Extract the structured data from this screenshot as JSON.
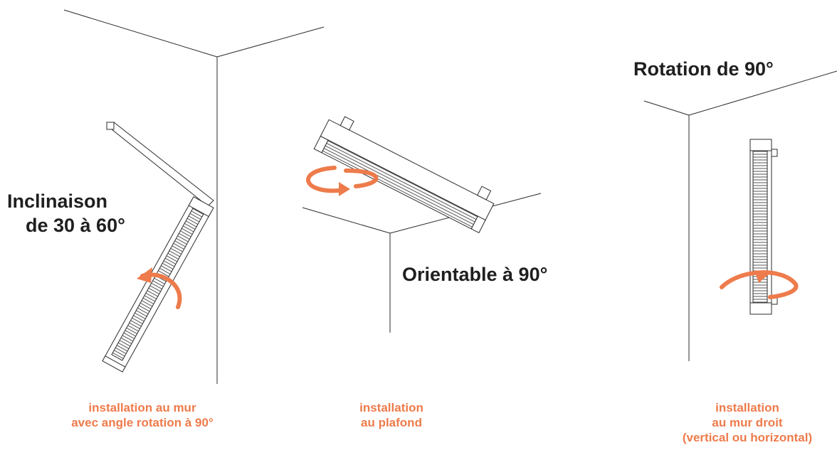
{
  "colors": {
    "accent": "#ee7b4b",
    "line": "#2b2b2b",
    "text": "#1f1f1f"
  },
  "icons": [
    "rotation-arrow-icon"
  ],
  "panels": [
    {
      "heading": [
        "Inclinaison",
        "de 30 à 60°"
      ],
      "caption": [
        "installation au mur",
        "avec angle rotation à 90°"
      ]
    },
    {
      "heading": [
        "Orientable à 90°"
      ],
      "caption": [
        "installation",
        "au plafond"
      ]
    },
    {
      "heading": [
        "Rotation de 90°"
      ],
      "caption": [
        "installation",
        "au mur droit",
        "(vertical ou horizontal)"
      ]
    }
  ]
}
